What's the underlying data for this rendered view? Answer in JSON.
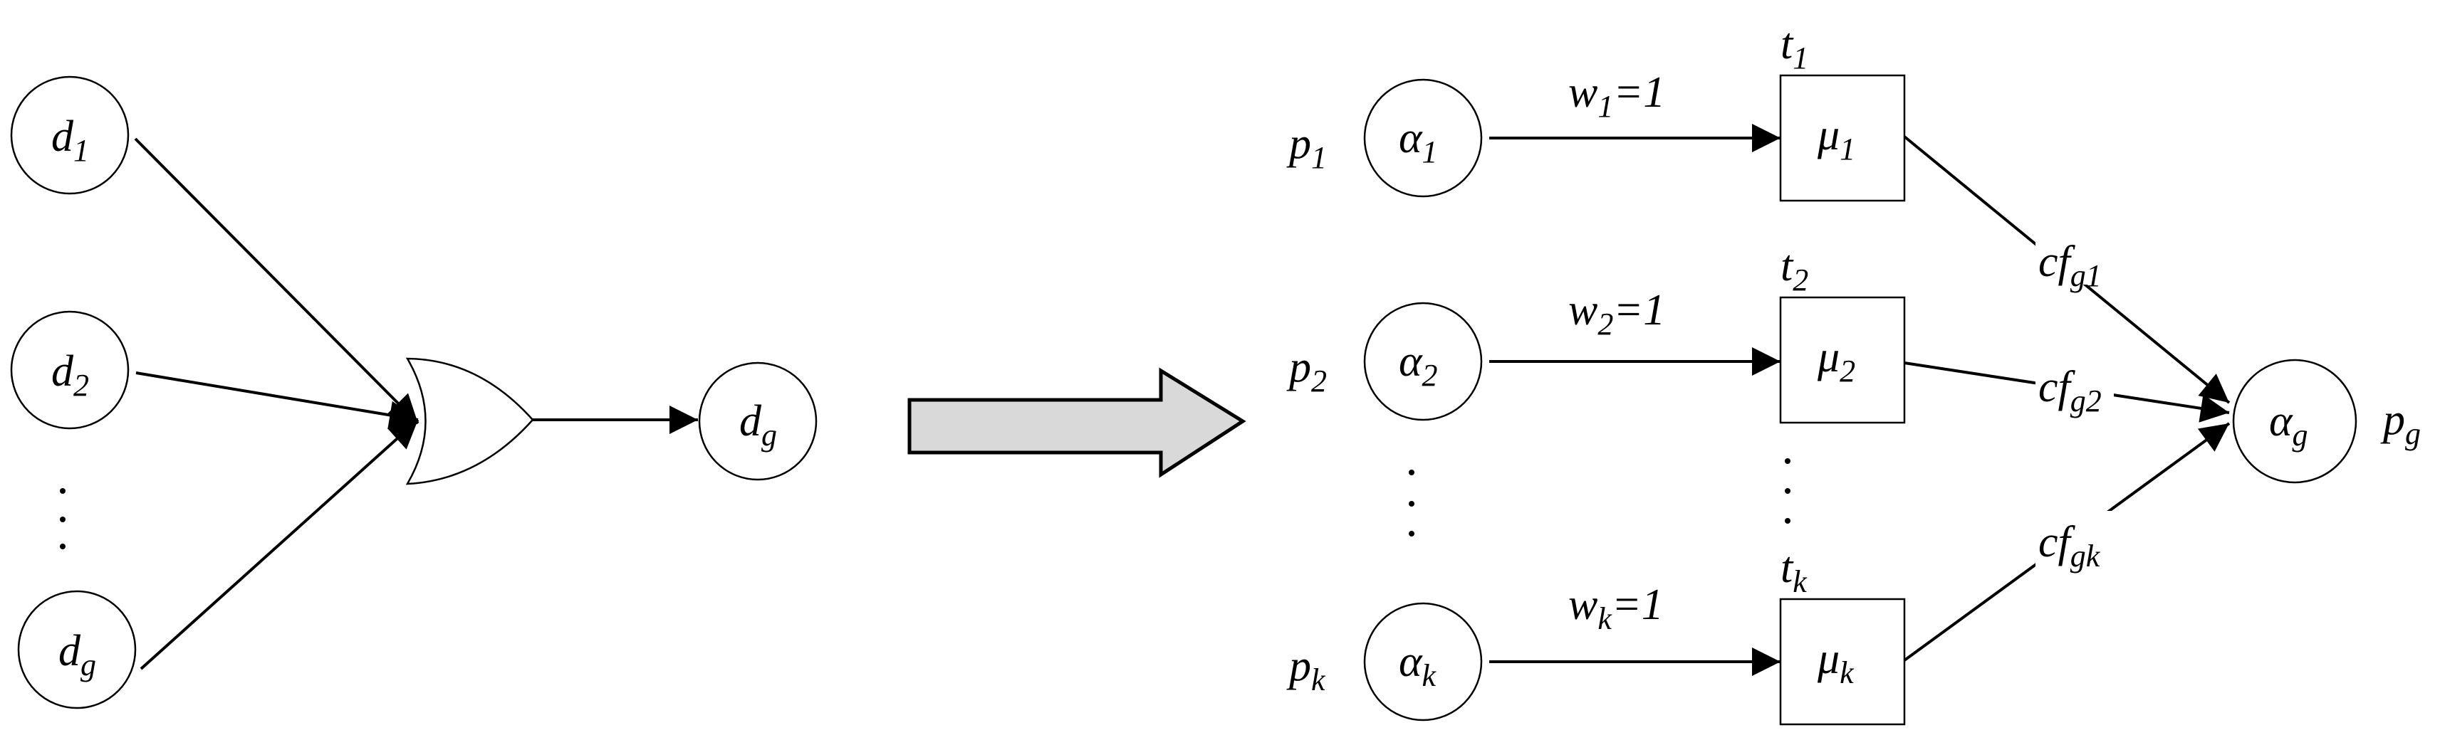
{
  "left": {
    "inputs": [
      {
        "base": "d",
        "sub": "1"
      },
      {
        "base": "d",
        "sub": "2"
      },
      {
        "base": "d",
        "sub": "g"
      }
    ],
    "output": {
      "base": "d",
      "sub": "g"
    },
    "gate": "or-gate-icon"
  },
  "transform_arrow": {
    "icon": "block-arrow-right-icon",
    "fill": "#d9d9d9"
  },
  "right": {
    "rows": [
      {
        "place": {
          "base": "p",
          "sub": "1"
        },
        "token": {
          "base": "α",
          "sub": "1"
        },
        "weight": {
          "base": "w",
          "sub": "1",
          "suffix": "=1"
        },
        "transition": {
          "base": "t",
          "sub": "1"
        },
        "mu": {
          "base": "μ",
          "sub": "1"
        },
        "cf": {
          "base": "cf",
          "sub": "g1"
        }
      },
      {
        "place": {
          "base": "p",
          "sub": "2"
        },
        "token": {
          "base": "α",
          "sub": "2"
        },
        "weight": {
          "base": "w",
          "sub": "2",
          "suffix": "=1"
        },
        "transition": {
          "base": "t",
          "sub": "2"
        },
        "mu": {
          "base": "μ",
          "sub": "2"
        },
        "cf": {
          "base": "cf",
          "sub": "g2"
        }
      },
      {
        "place": {
          "base": "p",
          "sub": "k"
        },
        "token": {
          "base": "α",
          "sub": "k"
        },
        "weight": {
          "base": "w",
          "sub": "k",
          "suffix": "=1"
        },
        "transition": {
          "base": "t",
          "sub": "k"
        },
        "mu": {
          "base": "μ",
          "sub": "k"
        },
        "cf": {
          "base": "cf",
          "sub": "gk"
        }
      }
    ],
    "output": {
      "token": {
        "base": "α",
        "sub": "g"
      },
      "place": {
        "base": "p",
        "sub": "g"
      }
    }
  }
}
